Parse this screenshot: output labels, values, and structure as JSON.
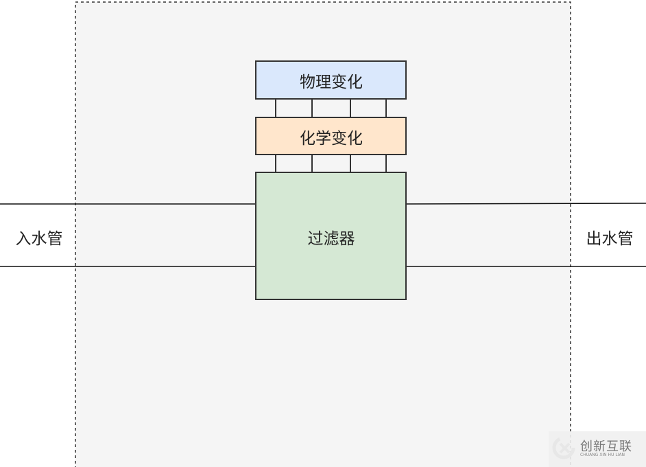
{
  "diagram": {
    "boxes": {
      "physical": {
        "label": "物理变化",
        "fill": "#dae8fc"
      },
      "chemical": {
        "label": "化学变化",
        "fill": "#ffe6cc"
      },
      "filter": {
        "label": "过滤器",
        "fill": "#d5e8d4"
      }
    },
    "inlet_label": "入水管",
    "outlet_label": "出水管",
    "container_fill": "#f5f5f5"
  },
  "watermark": {
    "title": "创新互联",
    "subtitle": "CHUANG XIN HU LIAN"
  }
}
